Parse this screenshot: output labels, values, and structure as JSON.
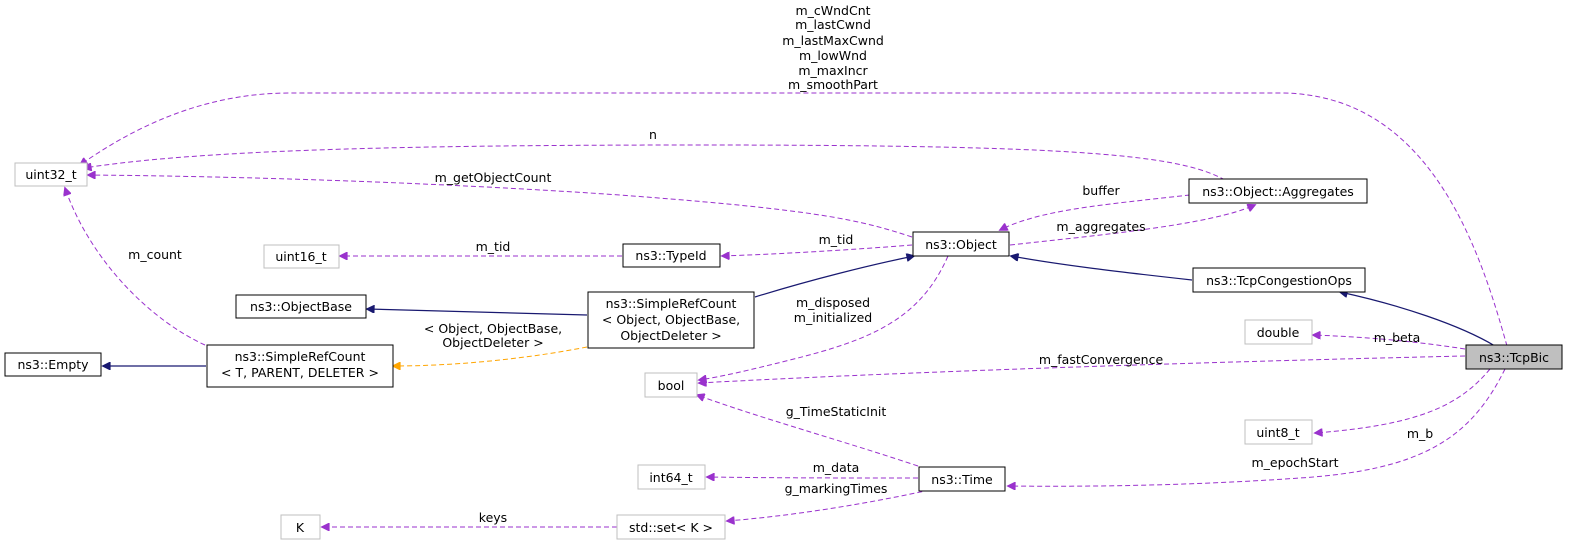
{
  "colors": {
    "inheritance": "#191970",
    "usage": "#9a32cd",
    "template": "#ffa500",
    "box_border": "#000000",
    "box_border_gray": "#bfbfbf",
    "focus_fill": "#bfbfbf"
  },
  "nodes": {
    "uint32_t": "uint32_t",
    "uint16_t": "uint16_t",
    "object_base": "ns3::ObjectBase",
    "empty": "ns3::Empty",
    "simple_refcount_t_1": "ns3::SimpleRefCount",
    "simple_refcount_t_2": "< T, PARENT, DELETER >",
    "typeid": "ns3::TypeId",
    "simple_refcount_obj_1": "ns3::SimpleRefCount",
    "simple_refcount_obj_2": "< Object, ObjectBase,",
    "simple_refcount_obj_3": "ObjectDeleter >",
    "object": "ns3::Object",
    "aggregates": "ns3::Object::Aggregates",
    "tcp_congestion_ops": "ns3::TcpCongestionOps",
    "double": "double",
    "bool": "bool",
    "tcpbic": "ns3::TcpBic",
    "uint8_t": "uint8_t",
    "int64_t": "int64_t",
    "time": "ns3::Time",
    "k": "K",
    "std_set": "std::set< K >"
  },
  "edge_labels": {
    "top_1": "m_cWndCnt",
    "top_2": "m_lastCwnd",
    "top_3": "m_lastMaxCwnd",
    "top_4": "m_lowWnd",
    "top_5": "m_maxIncr",
    "top_6": "m_smoothPart",
    "n": "n",
    "get_object_count": "m_getObjectCount",
    "buffer": "buffer",
    "m_tid": "m_tid",
    "m_tid_2": "m_tid",
    "m_aggregates": "m_aggregates",
    "m_count": "m_count",
    "template_1": "< Object, ObjectBase,",
    "template_2": "ObjectDeleter >",
    "disposed_1": "m_disposed",
    "disposed_2": "m_initialized",
    "m_beta": "m_beta",
    "fast_convergence": "m_fastConvergence",
    "g_time_static_init": "g_TimeStaticInit",
    "m_b": "m_b",
    "m_data": "m_data",
    "m_epoch_start": "m_epochStart",
    "g_marking_times": "g_markingTimes",
    "keys": "keys"
  }
}
